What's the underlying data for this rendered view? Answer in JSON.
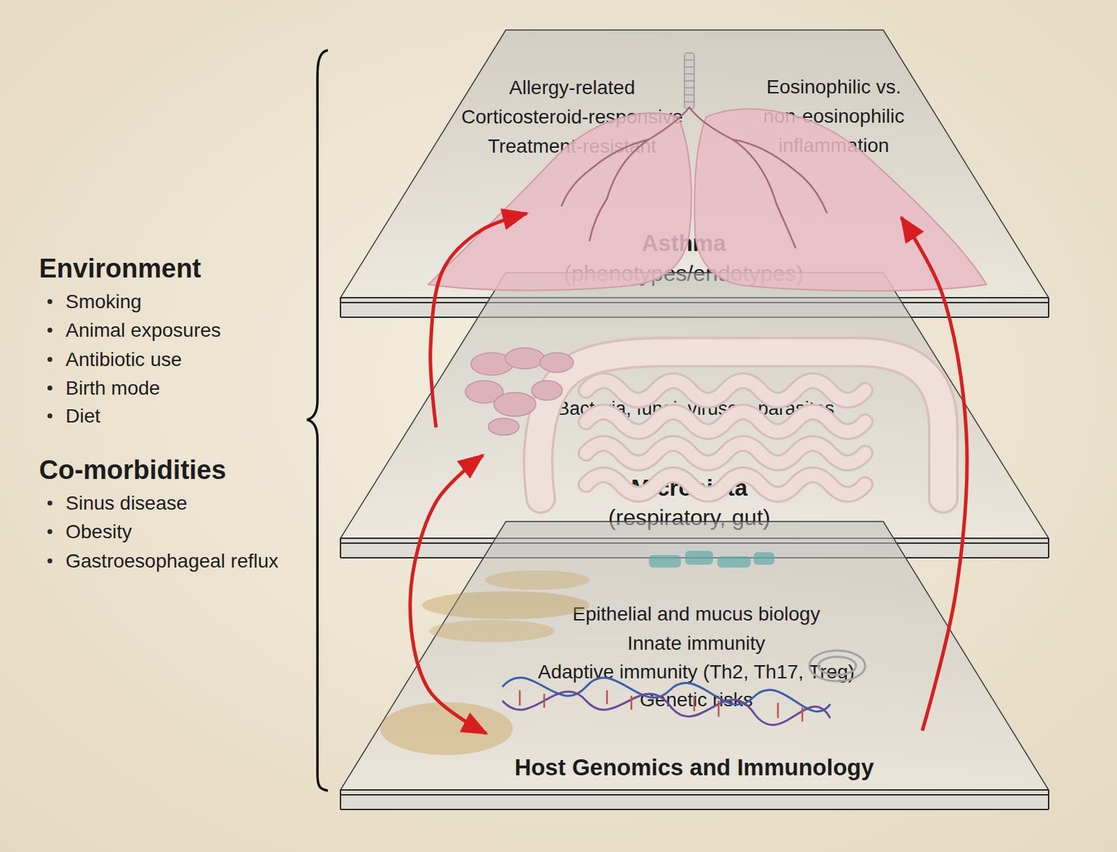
{
  "diagram": {
    "nodes": [
      {
        "text": [
          "Allergy-related",
          "Corticosteroid-responsive",
          "Treatment-resistant",
          "Eosinophilic vs. non-eosinophilic inflammation",
          "Asthma",
          "(phenotypes/endotypes)"
        ]
      },
      {
        "text": [
          "Bacteria, fungi, viruses, parasites",
          "Microbiota",
          "(respiratory, gut)"
        ]
      },
      {
        "text": [
          "Epithelial and mucus biology",
          "Innate immunity",
          "Adaptive immunity (Th2, Th17, Treg)",
          "Genetic risks",
          "Host Genomics and Immunology"
        ]
      }
    ],
    "edges": [
      {
        "from": 1,
        "to": 0,
        "arrow": "to"
      },
      {
        "from": 2,
        "to": 0,
        "arrow": "to"
      },
      {
        "from": 1,
        "to": 2,
        "arrow": "both"
      }
    ],
    "labels": [
      "Environment",
      "Smoking",
      "Animal exposures",
      "Antibiotic use",
      "Birth mode",
      "Diet",
      "Co-morbidities",
      "Sinus disease",
      "Obesity",
      "Gastroesophageal reflux"
    ]
  }
}
